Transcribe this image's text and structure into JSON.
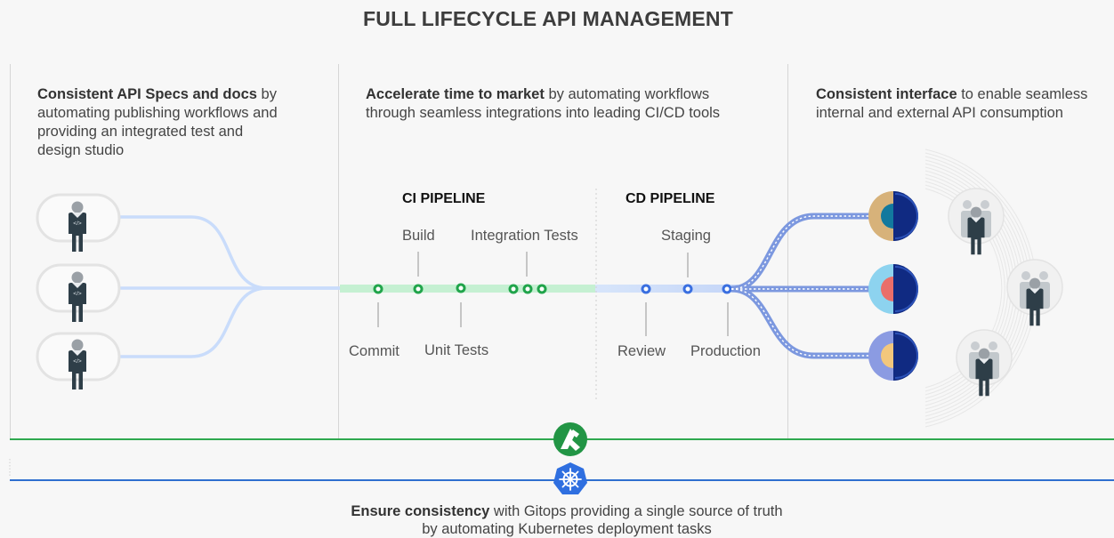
{
  "title": "FULL LIFECYCLE API MANAGEMENT",
  "left": {
    "bold": "Consistent API Specs and docs",
    "line1_rest": " by",
    "line2": "automating publishing workflows and",
    "line3": "providing an integrated test and",
    "line4": "design studio"
  },
  "middle": {
    "bold": "Accelerate time to market",
    "line1_rest": " by automating workflows",
    "line2": "through seamless integrations into leading CI/CD tools"
  },
  "right": {
    "bold": "Consistent interface",
    "line1_rest": " to enable seamless",
    "line2": "internal and external API consumption"
  },
  "ci": {
    "title": "CI PIPELINE",
    "stages": {
      "build": "Build",
      "integration": "Integration Tests",
      "commit": "Commit",
      "unit": "Unit Tests"
    }
  },
  "cd": {
    "title": "CD PIPELINE",
    "stages": {
      "staging": "Staging",
      "review": "Review",
      "production": "Production"
    }
  },
  "icons": {
    "developer": "developer-person-icon",
    "consumer_group": "user-group-icon",
    "api_portal": "api-portal-icon",
    "gitops": "argo-gitops-icon",
    "kubernetes": "kubernetes-helm-icon"
  },
  "colors": {
    "ci_green": "#21a44b",
    "cd_blue": "#3a6fe0",
    "dev_lines": "#c9dcfb",
    "consumer_lines": "#7c98df",
    "gitops_line": "#2fa84f",
    "k8s_line": "#2f6fcf",
    "navy": "#102a82"
  },
  "footer": {
    "bold": "Ensure consistency",
    "line1_rest": " with Gitops providing a single source of truth",
    "line2": "by automating Kubernetes deployment tasks"
  }
}
